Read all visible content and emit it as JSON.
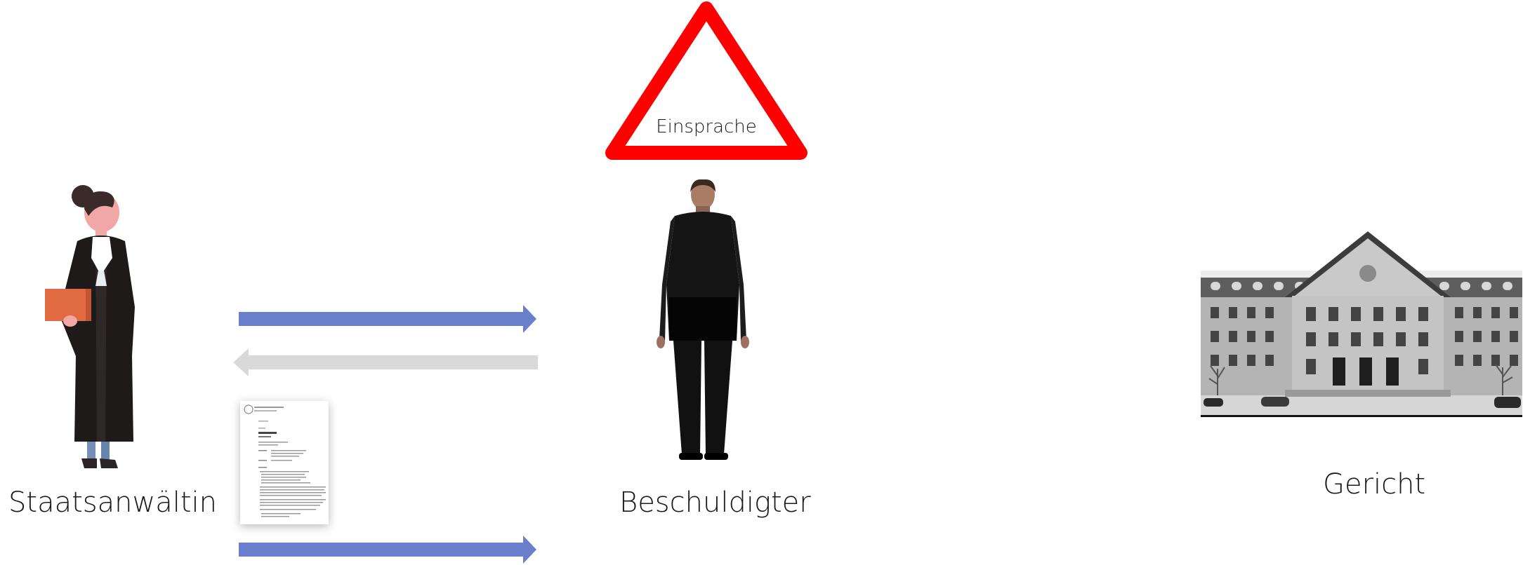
{
  "nodes": {
    "prosecutor": {
      "label": "Staatsanwältin"
    },
    "accused": {
      "label": "Beschuldigter"
    },
    "court": {
      "label": "Gericht"
    }
  },
  "warning": {
    "label": "Einsprache"
  },
  "arrows": [
    {
      "from": "prosecutor",
      "to": "accused",
      "color": "#6a7fcc"
    },
    {
      "from": "accused",
      "to": "prosecutor",
      "color": "#d9d9d9"
    },
    {
      "from": "prosecutor",
      "to": "accused",
      "color": "#6a7fcc"
    }
  ],
  "icons": [
    "judge-robe-icon",
    "warning-triangle-icon",
    "standing-man-icon",
    "court-building-icon",
    "document-icon"
  ]
}
